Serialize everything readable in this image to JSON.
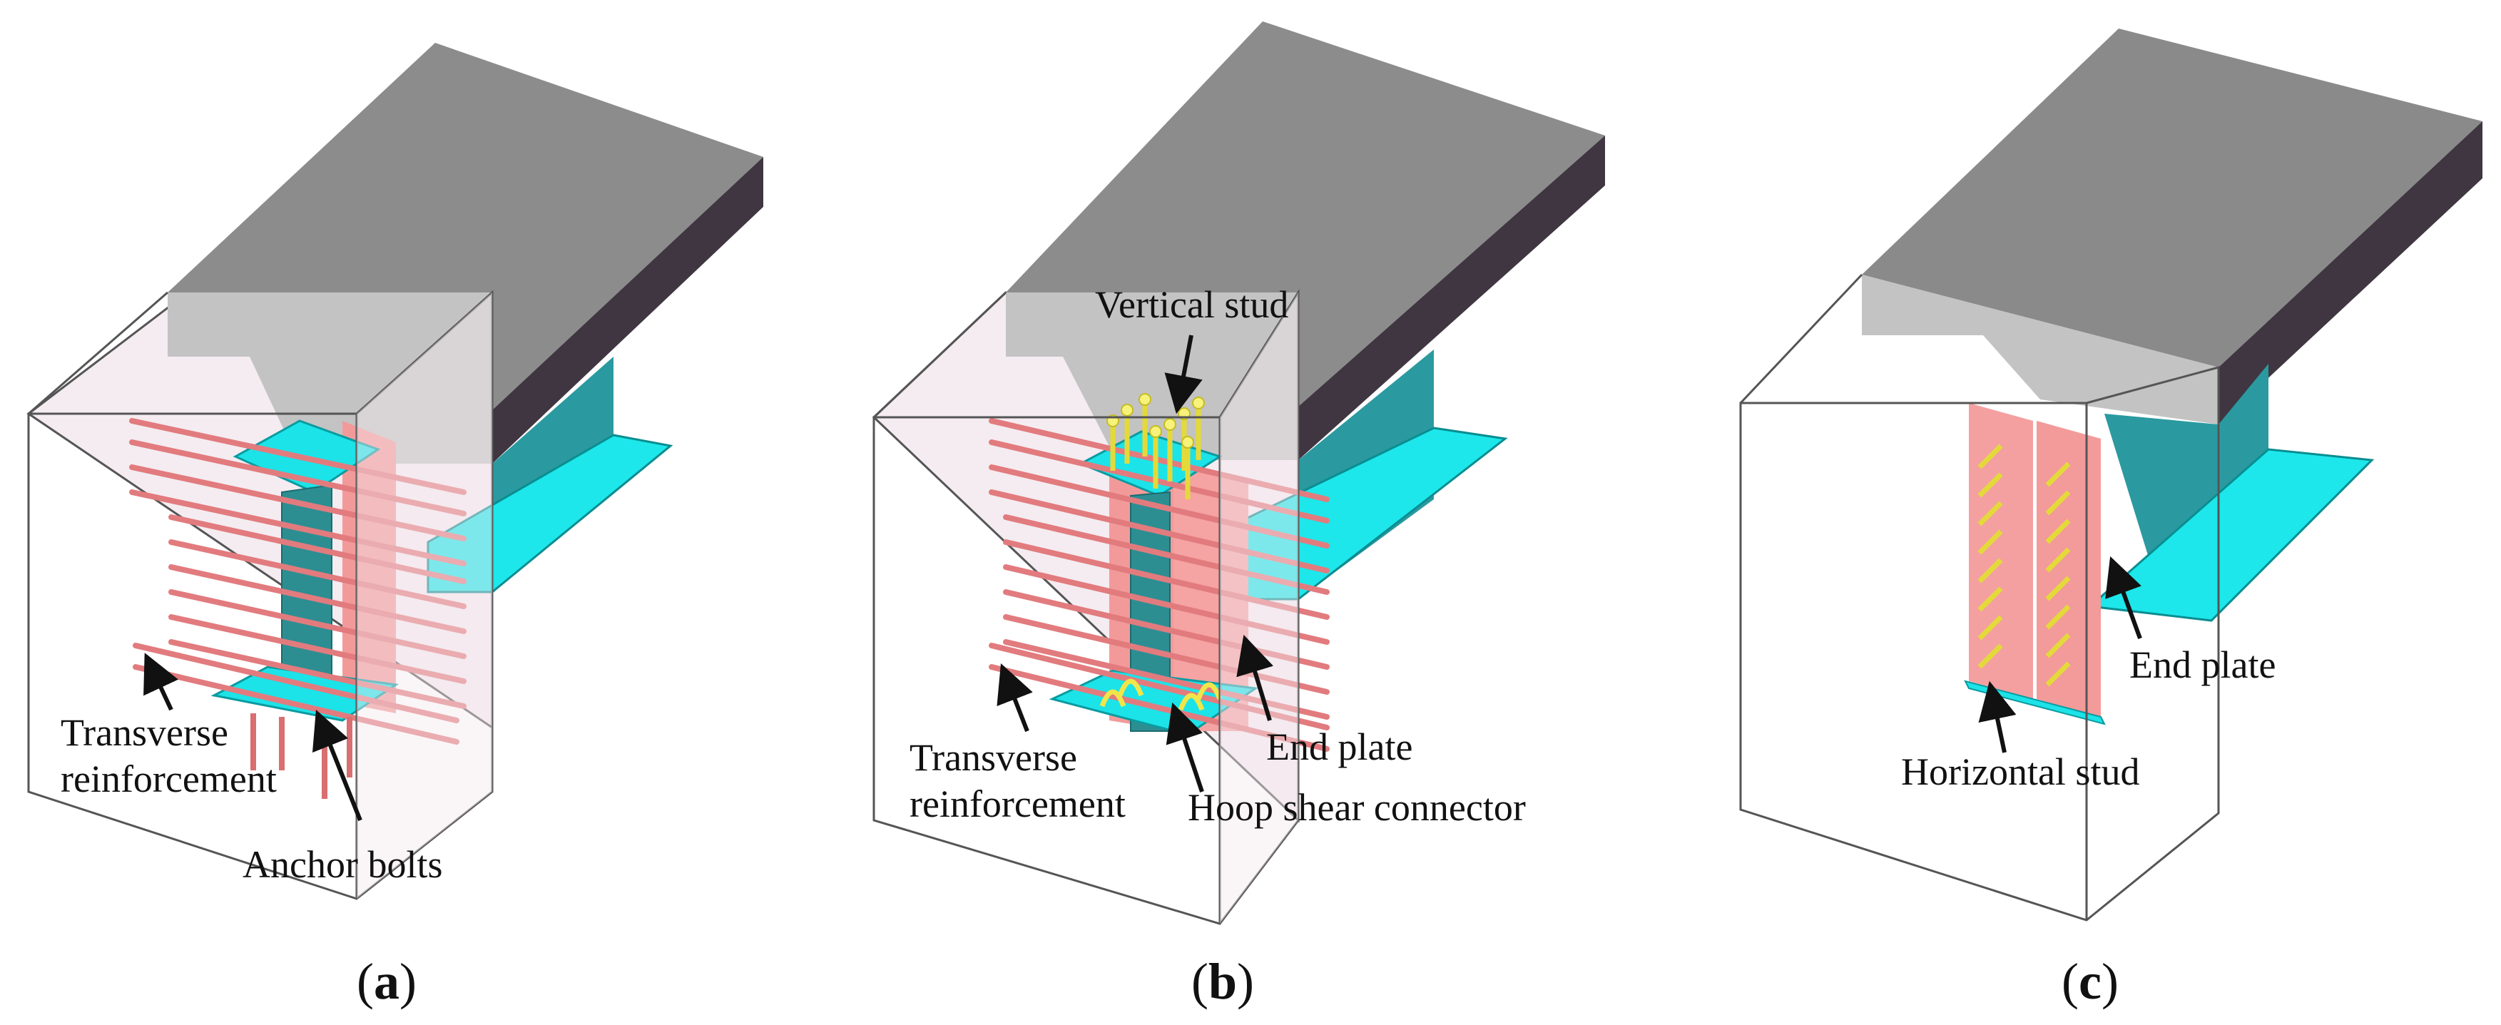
{
  "colors": {
    "slab_top": "#8a8a8a",
    "slab_front": "#c4c4c4",
    "slab_side": "#3e3540",
    "steel_cyan": "#19e6ea",
    "steel_teal": "#2a9aa0",
    "rebar_red": "#e3787a",
    "plate_pink": "#f29a9a",
    "stud_yellow": "#f3f08a",
    "box_tint": "#f3eaf0"
  },
  "panel_a": {
    "caption_open": "(",
    "caption_letter": "a",
    "caption_close": ")",
    "label_transverse_1": "Transverse",
    "label_transverse_2": "reinforcement",
    "label_anchor": "Anchor bolts"
  },
  "panel_b": {
    "caption_open": "(",
    "caption_letter": "b",
    "caption_close": ")",
    "label_vertical_stud": "Vertical stud",
    "label_transverse_1": "Transverse",
    "label_transverse_2": "reinforcement",
    "label_end_plate": "End plate",
    "label_hoop": "Hoop shear connector"
  },
  "panel_c": {
    "caption_open": "(",
    "caption_letter": "c",
    "caption_close": ")",
    "label_end_plate": "End plate",
    "label_horizontal_stud": "Horizontal stud"
  }
}
